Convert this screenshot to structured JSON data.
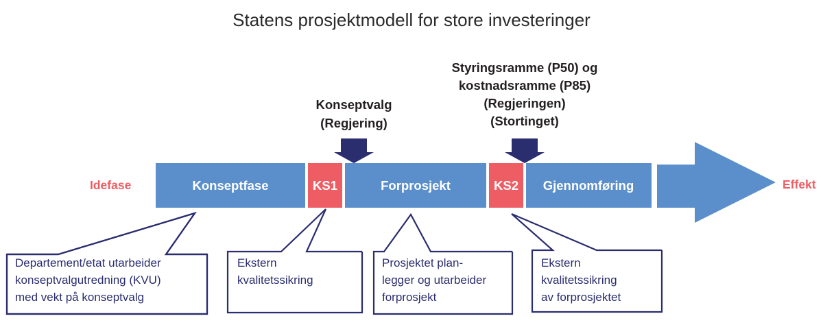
{
  "title": "Statens prosjektmodell for store investeringer",
  "colors": {
    "stage_blue": "#5B8FCC",
    "gate_red": "#EE5D63",
    "decision_navy": "#2A2D6E",
    "callout_border": "#2A2D6E",
    "callout_text": "#2A2D6E",
    "stage_text": "#ffffff",
    "endpoint_text": "#EE5D63",
    "title_text": "#2b2b2b",
    "background": "#ffffff"
  },
  "endpoints": {
    "start_label": "Idefase",
    "end_label": "Effekt"
  },
  "stages": [
    {
      "id": "konseptfase",
      "label": "Konseptfase",
      "kind": "phase"
    },
    {
      "id": "ks1",
      "label": "KS1",
      "kind": "gate"
    },
    {
      "id": "forprosjekt",
      "label": "Forprosjekt",
      "kind": "phase"
    },
    {
      "id": "ks2",
      "label": "KS2",
      "kind": "gate"
    },
    {
      "id": "gjennomforing",
      "label": "Gjennomføring",
      "kind": "phase"
    }
  ],
  "decisions": [
    {
      "id": "konseptvalg",
      "lines": [
        "Konseptvalg",
        "(Regjering)"
      ],
      "target_stage": "ks1"
    },
    {
      "id": "styringsramme",
      "lines": [
        "Styringsramme (P50) og",
        "kostnadsramme (P85)",
        "(Regjeringen)",
        "(Stortinget)"
      ],
      "target_stage": "ks2"
    }
  ],
  "callouts": [
    {
      "id": "callout-konseptfase",
      "lines": [
        "Departement/etat utarbeider",
        "konseptvalgutredning (KVU)",
        "med vekt på konseptvalg"
      ],
      "target_stage": "konseptfase"
    },
    {
      "id": "callout-ks1",
      "lines": [
        "Ekstern",
        "kvalitetssikring"
      ],
      "target_stage": "ks1"
    },
    {
      "id": "callout-forprosjekt",
      "lines": [
        "Prosjektet plan-",
        "legger og utarbeider",
        "forprosjekt"
      ],
      "target_stage": "forprosjekt"
    },
    {
      "id": "callout-ks2",
      "lines": [
        "Ekstern",
        "kvalitetssikring",
        "av forprosjektet"
      ],
      "target_stage": "ks2"
    }
  ]
}
